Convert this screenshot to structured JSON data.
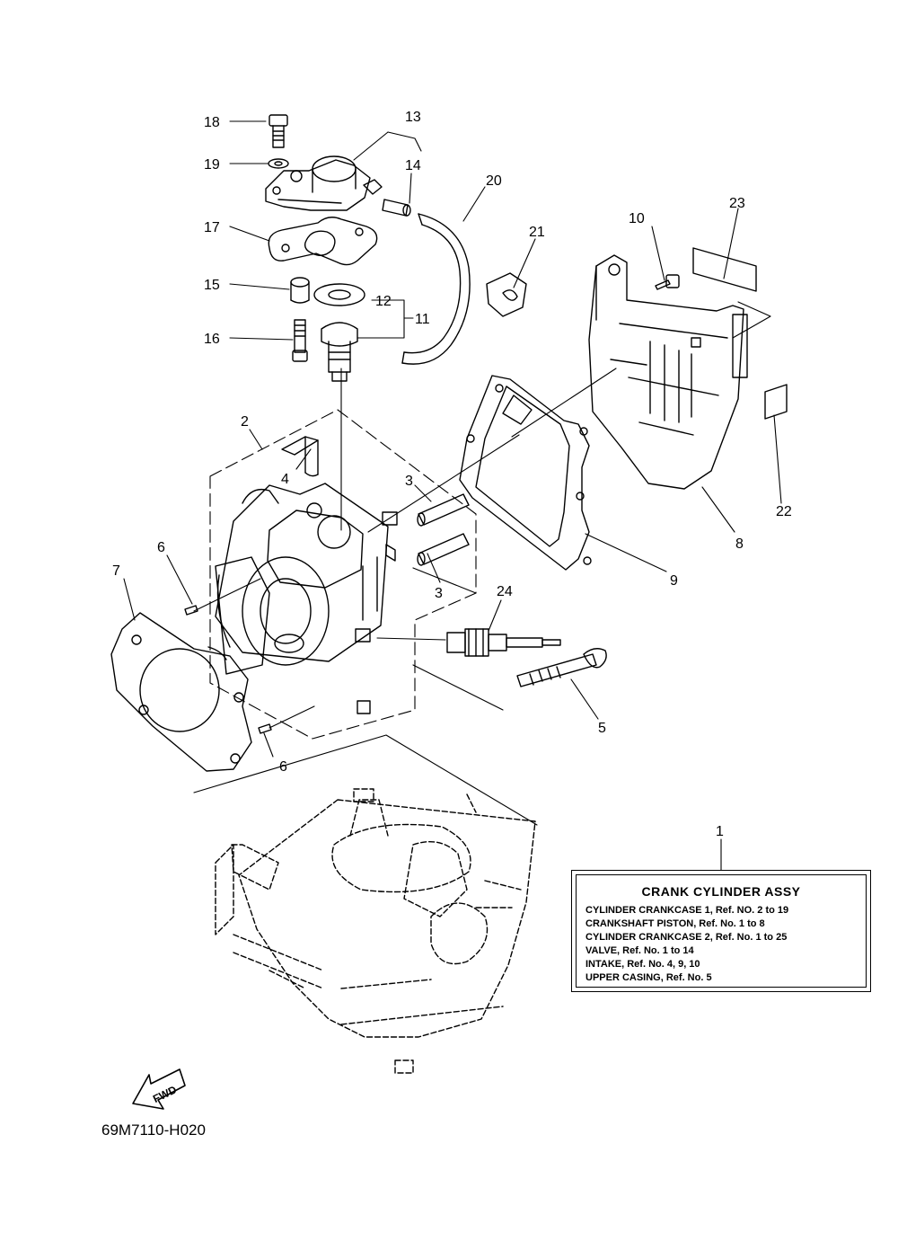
{
  "drawing_code": "69M7110-H020",
  "fwd_label": "FWD",
  "callouts": {
    "c1": "1",
    "c2": "2",
    "c3a": "3",
    "c3b": "3",
    "c4": "4",
    "c5": "5",
    "c6a": "6",
    "c6b": "6",
    "c7": "7",
    "c8": "8",
    "c9": "9",
    "c10": "10",
    "c11": "11",
    "c12": "12",
    "c13": "13",
    "c14": "14",
    "c15": "15",
    "c16": "16",
    "c17": "17",
    "c18": "18",
    "c19": "19",
    "c20": "20",
    "c21": "21",
    "c22": "22",
    "c23": "23",
    "c24": "24"
  },
  "reference_box": {
    "title": "CRANK CYLINDER ASSY",
    "lines": [
      "CYLINDER CRANKCASE 1,  Ref. NO. 2 to 19",
      "CRANKSHAFT PISTON,  Ref. No. 1 to 8",
      "CYLINDER CRANKCASE 2,  Ref. No. 1 to 25",
      "VALVE,  Ref. No. 1 to 14",
      "INTAKE, Ref. No. 4, 9, 10",
      "UPPER CASING,  Ref. No. 5"
    ]
  }
}
